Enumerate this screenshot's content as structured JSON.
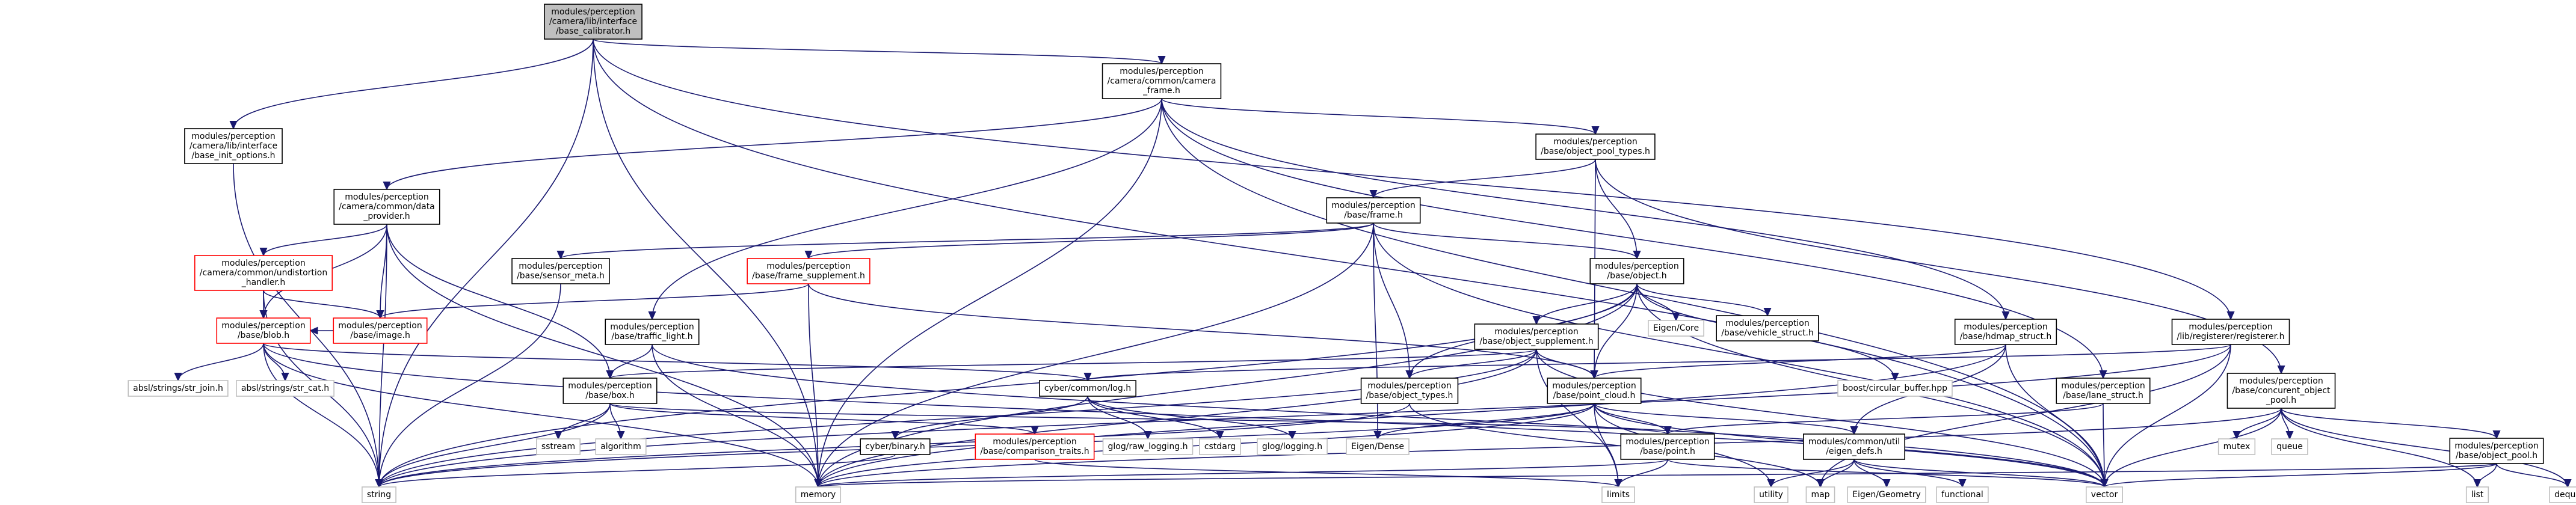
{
  "colors": {
    "edge": "#191970",
    "box_default": "#000000",
    "box_incomplete": "#ff0000",
    "box_plain": "#bfbfbf",
    "root_fill": "#bfbfbf",
    "fill": "#ffffff",
    "text": "#000000"
  },
  "nodes": [
    {
      "id": "root",
      "lines": [
        "modules/perception",
        "/camera/lib/interface",
        "/base_calibrator.h"
      ],
      "style": "root"
    },
    {
      "id": "string",
      "lines": [
        "string"
      ],
      "style": "plain"
    },
    {
      "id": "base_init_options",
      "lines": [
        "modules/perception",
        "/camera/lib/interface",
        "/base_init_options.h"
      ],
      "style": "normal"
    },
    {
      "id": "memory",
      "lines": [
        "memory"
      ],
      "style": "plain"
    },
    {
      "id": "camera_frame",
      "lines": [
        "modules/perception",
        "/camera/common/camera",
        "_frame.h"
      ],
      "style": "normal"
    },
    {
      "id": "data_provider",
      "lines": [
        "modules/perception",
        "/camera/common/data",
        "_provider.h"
      ],
      "style": "normal"
    },
    {
      "id": "undistortion",
      "lines": [
        "modules/perception",
        "/camera/common/undistortion",
        "_handler.h"
      ],
      "style": "red"
    },
    {
      "id": "blob",
      "lines": [
        "modules/perception",
        "/base/blob.h"
      ],
      "style": "red"
    },
    {
      "id": "image",
      "lines": [
        "modules/perception",
        "/base/image.h"
      ],
      "style": "red"
    },
    {
      "id": "str_join",
      "lines": [
        "absl/strings/str_join.h"
      ],
      "style": "plain"
    },
    {
      "id": "str_cat",
      "lines": [
        "absl/strings/str_cat.h"
      ],
      "style": "plain"
    },
    {
      "id": "sensor_meta",
      "lines": [
        "modules/perception",
        "/base/sensor_meta.h"
      ],
      "style": "normal"
    },
    {
      "id": "traffic_light",
      "lines": [
        "modules/perception",
        "/base/traffic_light.h"
      ],
      "style": "normal"
    },
    {
      "id": "box",
      "lines": [
        "modules/perception",
        "/base/box.h"
      ],
      "style": "normal"
    },
    {
      "id": "sstream",
      "lines": [
        "sstream"
      ],
      "style": "plain"
    },
    {
      "id": "algorithm",
      "lines": [
        "algorithm"
      ],
      "style": "plain"
    },
    {
      "id": "frame_supplement",
      "lines": [
        "modules/perception",
        "/base/frame_supplement.h"
      ],
      "style": "red"
    },
    {
      "id": "frame",
      "lines": [
        "modules/perception",
        "/base/frame.h"
      ],
      "style": "normal"
    },
    {
      "id": "object_pool_types",
      "lines": [
        "modules/perception",
        "/base/object_pool_types.h"
      ],
      "style": "normal"
    },
    {
      "id": "object",
      "lines": [
        "modules/perception",
        "/base/object.h"
      ],
      "style": "normal"
    },
    {
      "id": "object_supplement",
      "lines": [
        "modules/perception",
        "/base/object_supplement.h"
      ],
      "style": "normal"
    },
    {
      "id": "object_types",
      "lines": [
        "modules/perception",
        "/base/object_types.h"
      ],
      "style": "normal"
    },
    {
      "id": "eigen_core",
      "lines": [
        "Eigen/Core"
      ],
      "style": "plain"
    },
    {
      "id": "vehicle_struct",
      "lines": [
        "modules/perception",
        "/base/vehicle_struct.h"
      ],
      "style": "normal"
    },
    {
      "id": "circular_buffer",
      "lines": [
        "boost/circular_buffer.hpp"
      ],
      "style": "plain"
    },
    {
      "id": "cyber_log",
      "lines": [
        "cyber/common/log.h"
      ],
      "style": "normal"
    },
    {
      "id": "cyber_binary",
      "lines": [
        "cyber/binary.h"
      ],
      "style": "normal"
    },
    {
      "id": "comparison_traits",
      "lines": [
        "modules/perception",
        "/base/comparison_traits.h"
      ],
      "style": "red"
    },
    {
      "id": "glog_raw",
      "lines": [
        "glog/raw_logging.h"
      ],
      "style": "plain"
    },
    {
      "id": "cstdarg",
      "lines": [
        "cstdarg"
      ],
      "style": "plain"
    },
    {
      "id": "glog_logging",
      "lines": [
        "glog/logging.h"
      ],
      "style": "plain"
    },
    {
      "id": "eigen_dense",
      "lines": [
        "Eigen/Dense"
      ],
      "style": "plain"
    },
    {
      "id": "point_cloud",
      "lines": [
        "modules/perception",
        "/base/point_cloud.h"
      ],
      "style": "normal"
    },
    {
      "id": "point",
      "lines": [
        "modules/perception",
        "/base/point.h"
      ],
      "style": "normal"
    },
    {
      "id": "limits",
      "lines": [
        "limits"
      ],
      "style": "plain"
    },
    {
      "id": "eigen_defs",
      "lines": [
        "modules/common/util",
        "/eigen_defs.h"
      ],
      "style": "normal"
    },
    {
      "id": "utility",
      "lines": [
        "utility"
      ],
      "style": "plain"
    },
    {
      "id": "map",
      "lines": [
        "map"
      ],
      "style": "plain"
    },
    {
      "id": "eigen_geometry",
      "lines": [
        "Eigen/Geometry"
      ],
      "style": "plain"
    },
    {
      "id": "functional",
      "lines": [
        "functional"
      ],
      "style": "plain"
    },
    {
      "id": "hdmap_struct",
      "lines": [
        "modules/perception",
        "/base/hdmap_struct.h"
      ],
      "style": "normal"
    },
    {
      "id": "lane_struct",
      "lines": [
        "modules/perception",
        "/base/lane_struct.h"
      ],
      "style": "normal"
    },
    {
      "id": "registerer",
      "lines": [
        "modules/perception",
        "/lib/registerer/registerer.h"
      ],
      "style": "normal"
    },
    {
      "id": "concurrent_pool",
      "lines": [
        "modules/perception",
        "/base/concurent_object",
        "_pool.h"
      ],
      "style": "normal"
    },
    {
      "id": "mutex",
      "lines": [
        "mutex"
      ],
      "style": "plain"
    },
    {
      "id": "queue",
      "lines": [
        "queue"
      ],
      "style": "plain"
    },
    {
      "id": "object_pool",
      "lines": [
        "modules/perception",
        "/base/object_pool.h"
      ],
      "style": "normal"
    },
    {
      "id": "list",
      "lines": [
        "list"
      ],
      "style": "plain"
    },
    {
      "id": "vector",
      "lines": [
        "vector"
      ],
      "style": "plain"
    },
    {
      "id": "deque",
      "lines": [
        "deque"
      ],
      "style": "plain"
    }
  ],
  "edges": [
    [
      "root",
      "string"
    ],
    [
      "root",
      "base_init_options"
    ],
    [
      "root",
      "memory"
    ],
    [
      "root",
      "camera_frame"
    ],
    [
      "root",
      "registerer"
    ],
    [
      "root",
      "vector"
    ],
    [
      "base_init_options",
      "string"
    ],
    [
      "camera_frame",
      "data_provider"
    ],
    [
      "camera_frame",
      "object_pool_types"
    ],
    [
      "camera_frame",
      "traffic_light"
    ],
    [
      "camera_frame",
      "memory"
    ],
    [
      "camera_frame",
      "hdmap_struct"
    ],
    [
      "camera_frame",
      "lane_struct"
    ],
    [
      "camera_frame",
      "vector"
    ],
    [
      "data_provider",
      "undistortion"
    ],
    [
      "data_provider",
      "blob"
    ],
    [
      "data_provider",
      "image"
    ],
    [
      "data_provider",
      "box"
    ],
    [
      "data_provider",
      "string"
    ],
    [
      "data_provider",
      "memory"
    ],
    [
      "undistortion",
      "blob"
    ],
    [
      "undistortion",
      "image"
    ],
    [
      "undistortion",
      "string"
    ],
    [
      "blob",
      "str_join"
    ],
    [
      "blob",
      "str_cat"
    ],
    [
      "blob",
      "string"
    ],
    [
      "blob",
      "memory"
    ],
    [
      "blob",
      "vector"
    ],
    [
      "blob",
      "cyber_log"
    ],
    [
      "image",
      "blob"
    ],
    [
      "sensor_meta",
      "string"
    ],
    [
      "traffic_light",
      "box"
    ],
    [
      "traffic_light",
      "memory"
    ],
    [
      "traffic_light",
      "vector"
    ],
    [
      "box",
      "sstream"
    ],
    [
      "box",
      "algorithm"
    ],
    [
      "box",
      "comparison_traits"
    ],
    [
      "box",
      "string"
    ],
    [
      "box",
      "point"
    ],
    [
      "object_pool_types",
      "frame"
    ],
    [
      "object_pool_types",
      "object"
    ],
    [
      "object_pool_types",
      "point_cloud"
    ],
    [
      "object_pool_types",
      "concurrent_pool"
    ],
    [
      "frame",
      "sensor_meta"
    ],
    [
      "frame",
      "frame_supplement"
    ],
    [
      "frame",
      "object"
    ],
    [
      "frame",
      "object_types"
    ],
    [
      "frame",
      "eigen_dense"
    ],
    [
      "frame",
      "memory"
    ],
    [
      "frame",
      "vector"
    ],
    [
      "frame_supplement",
      "image"
    ],
    [
      "frame_supplement",
      "memory"
    ],
    [
      "frame_supplement",
      "point_cloud"
    ],
    [
      "object",
      "object_supplement"
    ],
    [
      "object",
      "object_types"
    ],
    [
      "object",
      "eigen_core"
    ],
    [
      "object",
      "vehicle_struct"
    ],
    [
      "object",
      "circular_buffer"
    ],
    [
      "object",
      "point_cloud"
    ],
    [
      "object",
      "string"
    ],
    [
      "object",
      "vector"
    ],
    [
      "object",
      "memory"
    ],
    [
      "object_supplement",
      "box"
    ],
    [
      "object_supplement",
      "object_types"
    ],
    [
      "object_supplement",
      "point_cloud"
    ],
    [
      "object_supplement",
      "string"
    ],
    [
      "object_supplement",
      "vector"
    ],
    [
      "object_supplement",
      "memory"
    ],
    [
      "object_supplement",
      "limits"
    ],
    [
      "object_types",
      "string"
    ],
    [
      "object_types",
      "map"
    ],
    [
      "cyber_log",
      "cyber_binary"
    ],
    [
      "cyber_log",
      "glog_raw"
    ],
    [
      "cyber_log",
      "cstdarg"
    ],
    [
      "cyber_log",
      "glog_logging"
    ],
    [
      "cyber_binary",
      "string"
    ],
    [
      "comparison_traits",
      "limits"
    ],
    [
      "point_cloud",
      "point"
    ],
    [
      "point_cloud",
      "eigen_defs"
    ],
    [
      "point_cloud",
      "eigen_dense"
    ],
    [
      "point_cloud",
      "vector"
    ],
    [
      "point_cloud",
      "memory"
    ],
    [
      "point_cloud",
      "utility"
    ],
    [
      "point_cloud",
      "limits"
    ],
    [
      "point_cloud",
      "string"
    ],
    [
      "point",
      "memory"
    ],
    [
      "point",
      "limits"
    ],
    [
      "point",
      "vector"
    ],
    [
      "eigen_defs",
      "utility"
    ],
    [
      "eigen_defs",
      "map"
    ],
    [
      "eigen_defs",
      "eigen_geometry"
    ],
    [
      "eigen_defs",
      "functional"
    ],
    [
      "eigen_defs",
      "vector"
    ],
    [
      "hdmap_struct",
      "point_cloud"
    ],
    [
      "hdmap_struct",
      "eigen_defs"
    ],
    [
      "hdmap_struct",
      "vector"
    ],
    [
      "hdmap_struct",
      "memory"
    ],
    [
      "lane_struct",
      "point"
    ],
    [
      "lane_struct",
      "vector"
    ],
    [
      "registerer",
      "cyber_log"
    ],
    [
      "registerer",
      "string"
    ],
    [
      "registerer",
      "map"
    ],
    [
      "registerer",
      "vector"
    ],
    [
      "concurrent_pool",
      "mutex"
    ],
    [
      "concurrent_pool",
      "queue"
    ],
    [
      "concurrent_pool",
      "object_pool"
    ],
    [
      "concurrent_pool",
      "memory"
    ],
    [
      "concurrent_pool",
      "vector"
    ],
    [
      "concurrent_pool",
      "list"
    ],
    [
      "concurrent_pool",
      "deque"
    ],
    [
      "object_pool",
      "memory"
    ],
    [
      "object_pool",
      "vector"
    ],
    [
      "object_pool",
      "list"
    ],
    [
      "object_pool",
      "deque"
    ]
  ]
}
